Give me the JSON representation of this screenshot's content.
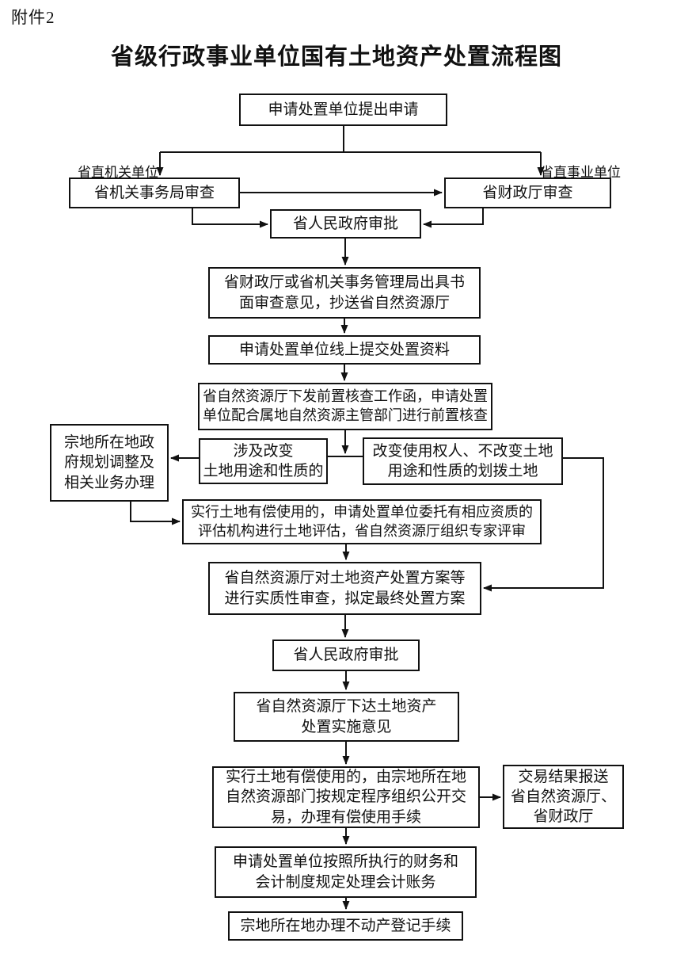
{
  "doc": {
    "attachment": "附件2",
    "title": "省级行政事业单位国有土地资产处置流程图"
  },
  "labels": {
    "left_branch": "省直机关单位",
    "right_branch": "省直事业单位"
  },
  "nodes": {
    "apply": "申请处置单位提出申请",
    "org_bureau_review": "省机关事务局审查",
    "finance_dept_review": "省财政厅审查",
    "gov_approval_first": "省人民政府审批",
    "written_opinion": "省财政厅或省机关事务管理局出具书\n面审查意见，抄送省自然资源厅",
    "online_submit": "申请处置单位线上提交处置资料",
    "precheck": "省自然资源厅下发前置核查工作函，申请处置\n单位配合属地自然资源主管部门进行前置核查",
    "planning_adjust": "宗地所在地政\n府规划调整及\n相关业务办理",
    "change_use": "涉及改变\n土地用途和性质的",
    "no_change_use": "改变使用权人、不改变土地\n用途和性质的划拨土地",
    "valuation": "实行土地有偿使用的，申请处置单位委托有相应资质的\n评估机构进行土地评估，省自然资源厅组织专家评审",
    "substantive_review": "省自然资源厅对土地资产处置方案等\n进行实质性审查，拟定最终处置方案",
    "gov_approval_second": "省人民政府审批",
    "implementation_opinion": "省自然资源厅下达土地资产\n处置实施意见",
    "public_trade": "实行土地有偿使用的，由宗地所在地\n自然资源部门按规定程序组织公开交\n易，办理有偿使用手续",
    "trade_result_report": "交易结果报送\n省自然资源厅、\n省财政厅",
    "accounting": "申请处置单位按照所执行的财务和\n会计制度规定处理会计账务",
    "registration": "宗地所在地办理不动产登记手续"
  },
  "colors": {
    "ink": "#111111",
    "background": "#ffffff"
  }
}
